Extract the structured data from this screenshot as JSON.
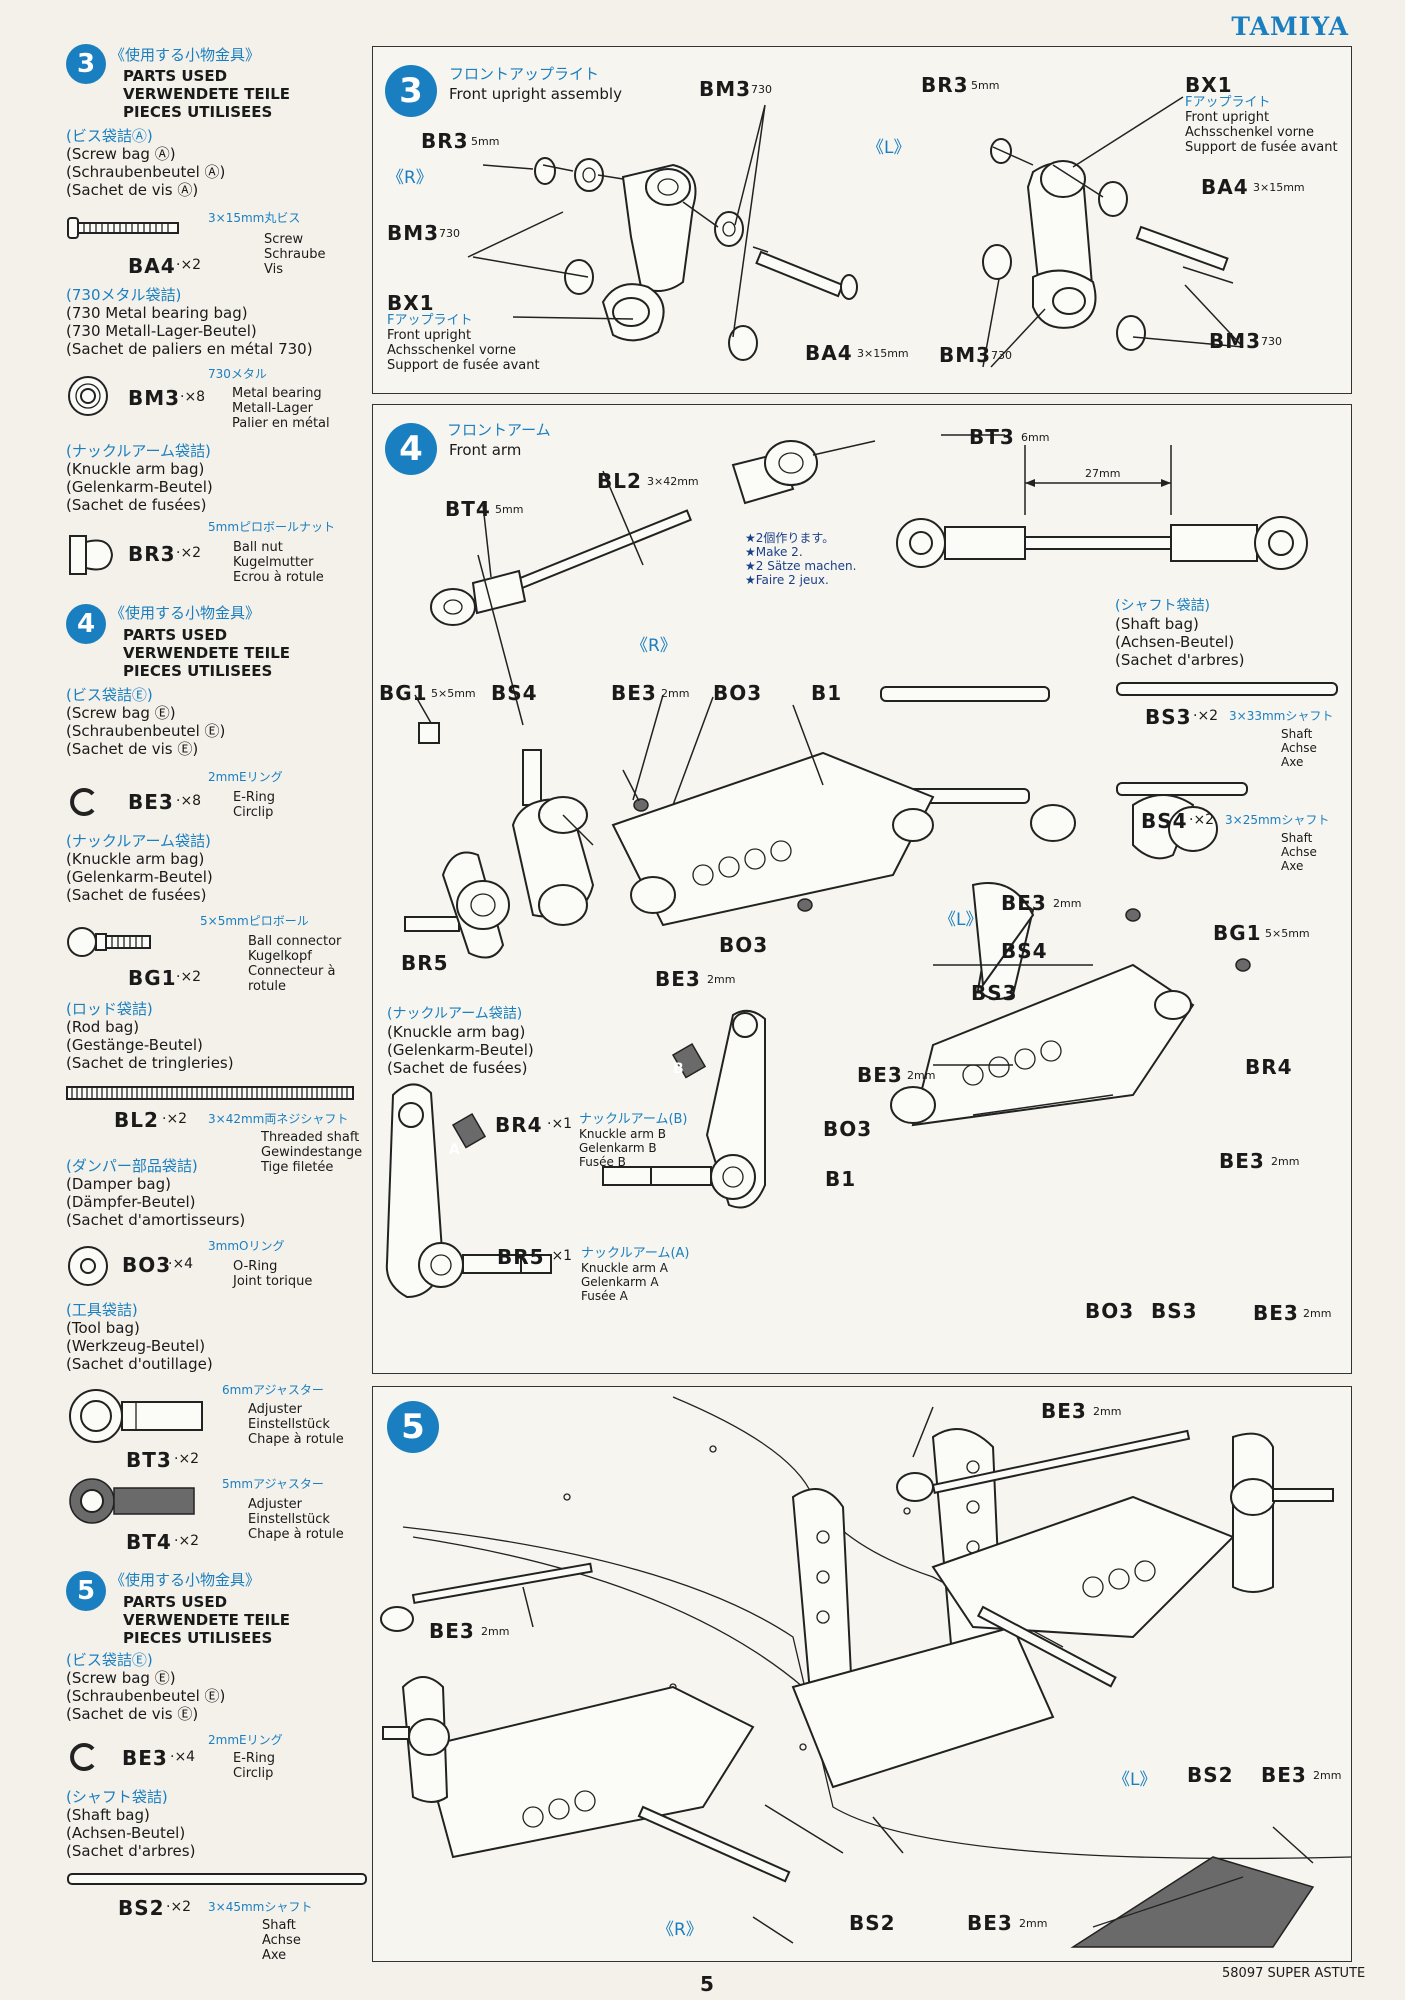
{
  "brand": "TAMIYA",
  "page_number": "5",
  "footer_code": "58097 SUPER ASTUTE",
  "sidebar": {
    "s3": {
      "num": "3",
      "jp": "《使用する小物金具》",
      "h1": "PARTS USED",
      "h2": "VERWENDETE TEILE",
      "h3": "PIECES UTILISEES",
      "bag_a_jp": "(ビス袋詰Ⓐ)",
      "bag_a_en": "(Screw bag Ⓐ)",
      "bag_a_de": "(Schraubenbeutel Ⓐ)",
      "bag_a_fr": "(Sachet de vis Ⓐ)",
      "ba4_spec": "3×15mm丸ビス",
      "ba4_code": "BA4",
      "ba4_qty": "·×2",
      "ba4_en": "Screw",
      "ba4_de": "Schraube",
      "ba4_fr": "Vis",
      "bag_730_jp": "(730メタル袋詰)",
      "bag_730_en": "(730 Metal bearing bag)",
      "bag_730_de": "(730 Metall-Lager-Beutel)",
      "bag_730_fr": "(Sachet de paliers en métal 730)",
      "bm3_spec": "730メタル",
      "bm3_code": "BM3",
      "bm3_qty": "·×8",
      "bm3_en": "Metal bearing",
      "bm3_de": "Metall-Lager",
      "bm3_fr": "Palier en métal",
      "bag_kn_jp": "(ナックルアーム袋詰)",
      "bag_kn_en": "(Knuckle arm bag)",
      "bag_kn_de": "(Gelenkarm-Beutel)",
      "bag_kn_fr": "(Sachet de fusées)",
      "br3_spec": "5mmピロボールナット",
      "br3_code": "BR3",
      "br3_qty": "·×2",
      "br3_en": "Ball nut",
      "br3_de": "Kugelmutter",
      "br3_fr": "Ecrou à rotule"
    },
    "s4": {
      "num": "4",
      "jp": "《使用する小物金具》",
      "h1": "PARTS USED",
      "h2": "VERWENDETE TEILE",
      "h3": "PIECES UTILISEES",
      "bag_e_jp": "(ビス袋詰Ⓔ)",
      "bag_e_en": "(Screw bag Ⓔ)",
      "bag_e_de": "(Schraubenbeutel Ⓔ)",
      "bag_e_fr": "(Sachet de vis Ⓔ)",
      "be3_spec": "2mmEリング",
      "be3_code": "BE3",
      "be3_qty": "·×8",
      "be3_en": "E-Ring",
      "be3_de": "Circlip",
      "bag_kn_jp": "(ナックルアーム袋詰)",
      "bag_kn_en": "(Knuckle arm bag)",
      "bag_kn_de": "(Gelenkarm-Beutel)",
      "bag_kn_fr": "(Sachet de fusées)",
      "bg1_spec": "5×5mmピロボール",
      "bg1_code": "BG1",
      "bg1_qty": "·×2",
      "bg1_en": "Ball connector",
      "bg1_de": "Kugelkopf",
      "bg1_fr1": "Connecteur à",
      "bg1_fr2": "rotule",
      "bag_rod_jp": "(ロッド袋詰)",
      "bag_rod_en": "(Rod bag)",
      "bag_rod_de": "(Gestänge-Beutel)",
      "bag_rod_fr": "(Sachet de tringleries)",
      "bl2_code": "BL2",
      "bl2_qty": "·×2",
      "bl2_spec": "3×42mm両ネジシャフト",
      "bl2_en": "Threaded shaft",
      "bl2_de": "Gewindestange",
      "bl2_fr": "Tige filetée",
      "bag_dmp_jp": "(ダンパー部品袋詰)",
      "bag_dmp_en": "(Damper bag)",
      "bag_dmp_de": "(Dämpfer-Beutel)",
      "bag_dmp_fr": "(Sachet d'amortisseurs)",
      "bo3_spec": "3mmOリング",
      "bo3_code": "BO3",
      "bo3_qty": "·×4",
      "bo3_en": "O-Ring",
      "bo3_fr": "Joint torique",
      "bag_tool_jp": "(工具袋詰)",
      "bag_tool_en": "(Tool bag)",
      "bag_tool_de": "(Werkzeug-Beutel)",
      "bag_tool_fr": "(Sachet d'outillage)",
      "bt3_spec": "6mmアジャスター",
      "bt3_code": "BT3",
      "bt3_qty": "·×2",
      "bt3_en": "Adjuster",
      "bt3_de": "Einstellstück",
      "bt3_fr": "Chape à rotule",
      "bt4_spec": "5mmアジャスター",
      "bt4_code": "BT4",
      "bt4_qty": "·×2",
      "bt4_en": "Adjuster",
      "bt4_de": "Einstellstück",
      "bt4_fr": "Chape à rotule"
    },
    "s5": {
      "num": "5",
      "jp": "《使用する小物金具》",
      "h1": "PARTS USED",
      "h2": "VERWENDETE TEILE",
      "h3": "PIECES UTILISEES",
      "bag_e_jp": "(ビス袋詰Ⓔ)",
      "bag_e_en": "(Screw bag Ⓔ)",
      "bag_e_de": "(Schraubenbeutel Ⓔ)",
      "bag_e_fr": "(Sachet de vis Ⓔ)",
      "be3_spec": "2mmEリング",
      "be3_code": "BE3",
      "be3_qty": "·×4",
      "be3_en": "E-Ring",
      "be3_de": "Circlip",
      "bag_sh_jp": "(シャフト袋詰)",
      "bag_sh_en": "(Shaft bag)",
      "bag_sh_de": "(Achsen-Beutel)",
      "bag_sh_fr": "(Sachet d'arbres)",
      "bs2_code": "BS2",
      "bs2_qty": "·×2",
      "bs2_spec": "3×45mmシャフト",
      "bs2_en": "Shaft",
      "bs2_de": "Achse",
      "bs2_fr": "Axe"
    }
  },
  "step3": {
    "num": "3",
    "title_jp": "フロントアップライト",
    "title_en": "Front upright assembly",
    "side_r": "《R》",
    "side_l": "《L》",
    "bm3": "BM3",
    "bm3_spec": "730",
    "br3": "BR3",
    "br3_spec": "5mm",
    "bx1": "BX1",
    "bx1_jp": "Fアップライト",
    "bx1_en": "Front upright",
    "bx1_de": "Achsschenkel vorne",
    "bx1_fr": "Support de fusée avant",
    "ba4": "BA4",
    "ba4_spec": "3×15mm"
  },
  "step4": {
    "num": "4",
    "title_jp": "フロントアーム",
    "title_en": "Front arm",
    "bt3": "BT3",
    "bt3_spec": "6mm",
    "bl2": "BL2",
    "bl2_spec": "3×42mm",
    "bt4": "BT4",
    "bt4_spec": "5mm",
    "dim": "27mm",
    "note_jp": "★2個作ります。",
    "note_en": "★Make 2.",
    "note_de": "★2 Sätze machen.",
    "note_fr": "★Faire 2 jeux.",
    "side_r": "《R》",
    "side_l": "《L》",
    "shaft_bag_jp": "(シャフト袋詰)",
    "shaft_bag_en": "(Shaft bag)",
    "shaft_bag_de": "(Achsen-Beutel)",
    "shaft_bag_fr": "(Sachet d'arbres)",
    "bs3": "BS3",
    "bs3_qty": "·×2",
    "bs3_spec": "3×33mmシャフト",
    "bs4": "BS4",
    "bs4_qty": "·×2",
    "bs4_spec": "3×25mmシャフト",
    "shaft_en": "Shaft",
    "shaft_de": "Achse",
    "shaft_fr": "Axe",
    "bg1": "BG1",
    "bg1_spec": "5×5mm",
    "be3": "BE3",
    "be3_spec": "2mm",
    "bo3": "BO3",
    "b1": "B1",
    "br5": "BR5",
    "br4": "BR4",
    "bs3_l": "BS3",
    "bs4_l": "BS4",
    "kn_bag_jp": "(ナックルアーム袋詰)",
    "kn_bag_en": "(Knuckle arm bag)",
    "kn_bag_de": "(Gelenkarm-Beutel)",
    "kn_bag_fr": "(Sachet de fusées)",
    "br4_qty": "·×1",
    "br4_jp": "ナックルアーム(B)",
    "br4_en": "Knuckle arm B",
    "br4_de": "Gelenkarm B",
    "br4_fr": "Fusée B",
    "br5_qty": "·×1",
    "br5_jp": "ナックルアーム(A)",
    "br5_en": "Knuckle arm A",
    "br5_de": "Gelenkarm A",
    "br5_fr": "Fusée A",
    "tag_a": "A",
    "tag_b": "B"
  },
  "step5": {
    "num": "5",
    "be3": "BE3",
    "be3_spec": "2mm",
    "bs2": "BS2",
    "side_r": "《R》",
    "side_l": "《L》"
  }
}
